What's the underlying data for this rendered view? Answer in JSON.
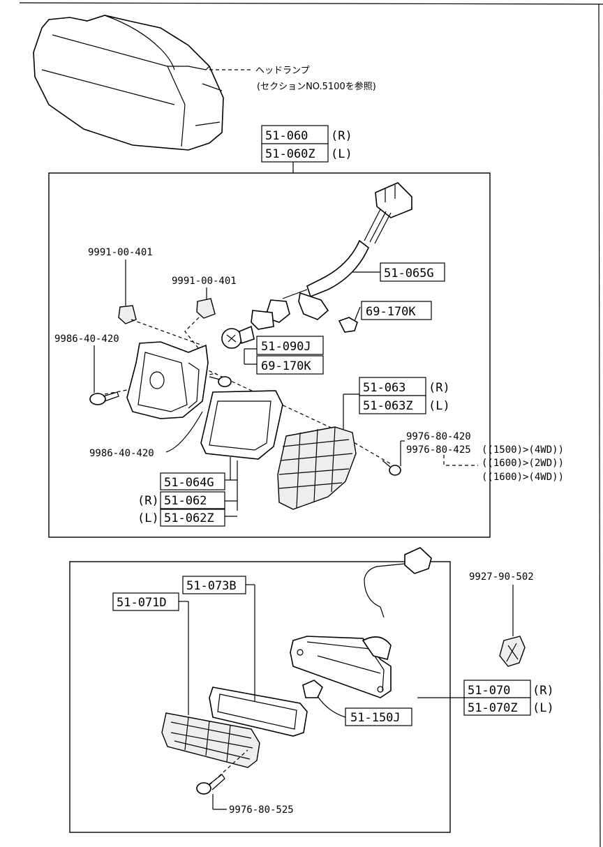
{
  "headlamp_ref": {
    "label": "ヘッドランプ",
    "note": "(セクションNO.5100を参照)"
  },
  "upper_group": {
    "assembly_r": "51-060",
    "assembly_r_side": "(R)",
    "assembly_l": "51-060Z",
    "assembly_l_side": "(L)",
    "harness": "51-065G",
    "socket_top": "69-170K",
    "bulb": "51-090J",
    "socket_bottom": "69-170K",
    "clip_left": "9991-00-401",
    "clip_right": "9991-00-401",
    "screw_left": "9986-40-420",
    "screw_bottom": "9986-40-420",
    "lens_r": "51-063",
    "lens_r_side": "(R)",
    "lens_l": "51-063Z",
    "lens_l_side": "(L)",
    "screw_lens_1": "9976-80-420",
    "screw_lens_2": "9976-80-425",
    "screw_lens_cond_1": "((1500)>(4WD))",
    "screw_lens_cond_2": "((1600)>(2WD))",
    "screw_lens_cond_3": "((1600)>(4WD))",
    "gasket": "51-064G",
    "bezel_r_side": "(R)",
    "bezel_r": "51-062",
    "bezel_l_side": "(L)",
    "bezel_l": "51-062Z"
  },
  "lower_group": {
    "clip": "9927-90-502",
    "gasket": "51-073B",
    "lens": "51-071D",
    "assembly_r": "51-070",
    "assembly_r_side": "(R)",
    "assembly_l": "51-070Z",
    "assembly_l_side": "(L)",
    "bulb": "51-150J",
    "screw": "9976-80-525"
  }
}
